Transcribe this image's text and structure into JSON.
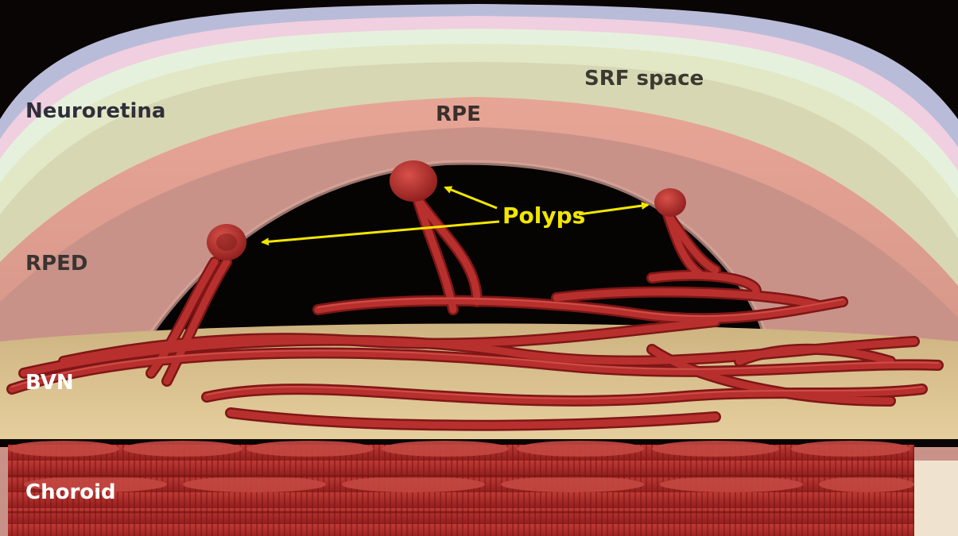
{
  "labels": {
    "neuroretina": "Neuroretina",
    "srf_space": "SRF space",
    "rpe": "RPE",
    "rped": "RPED",
    "polyps": "Polyps",
    "bvn": "BVN",
    "choroid": "Choroid"
  },
  "colors": {
    "background": "#0a0505",
    "neuroretina_outer": "#b9bcd8",
    "neuroretina_mid": "#f3cfe0",
    "neuroretina_inner": "#e6f1dd",
    "srf_space": "#d7d7b4",
    "rpe": "#d49a8b",
    "rped_inner": "#c2938a",
    "bvn_layer": "#d8c28f",
    "vessel": "#b8302e",
    "vessel_dark": "#7e1716",
    "choroid": "#a82a27",
    "label_light": "#ffffff",
    "label_dark": "#3a3432",
    "annotation": "#f2e600"
  }
}
